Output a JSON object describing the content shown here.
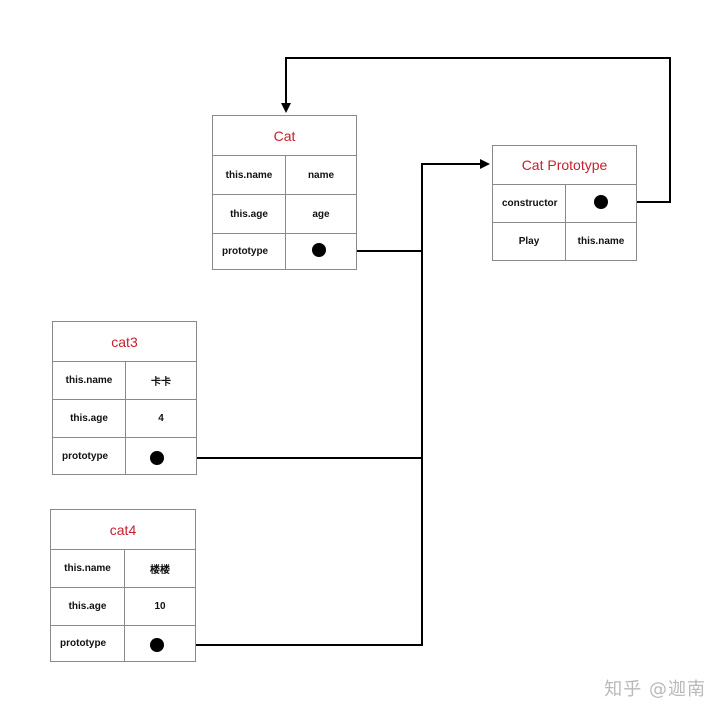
{
  "boxes": {
    "cat": {
      "title": "Cat",
      "rows": [
        {
          "key": "this.name",
          "value": "name"
        },
        {
          "key": "this.age",
          "value": "age"
        },
        {
          "key": "prototype",
          "value": ""
        }
      ]
    },
    "cat_prototype": {
      "title": "Cat Prototype",
      "rows": [
        {
          "key": "constructor",
          "value": ""
        },
        {
          "key": "Play",
          "value": "this.name"
        }
      ]
    },
    "cat3": {
      "title": "cat3",
      "rows": [
        {
          "key": "this.name",
          "value": "卡卡"
        },
        {
          "key": "this.age",
          "value": "4"
        },
        {
          "key": "prototype",
          "value": ""
        }
      ]
    },
    "cat4": {
      "title": "cat4",
      "rows": [
        {
          "key": "this.name",
          "value": "楼楼"
        },
        {
          "key": "this.age",
          "value": "10"
        },
        {
          "key": "prototype",
          "value": ""
        }
      ]
    }
  },
  "watermark": "知乎 @迦南",
  "colors": {
    "title": "#c8202e",
    "border": "#8a8a8a",
    "line": "#000000"
  }
}
